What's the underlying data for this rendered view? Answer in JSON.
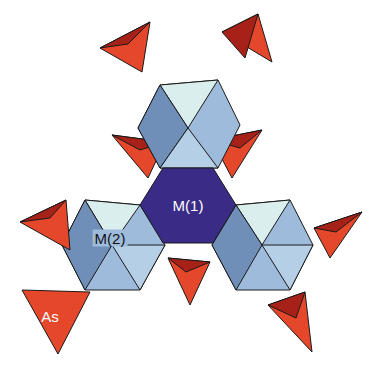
{
  "diagram": {
    "labels": [
      "M(1)",
      "M(2)",
      "As"
    ]
  }
}
